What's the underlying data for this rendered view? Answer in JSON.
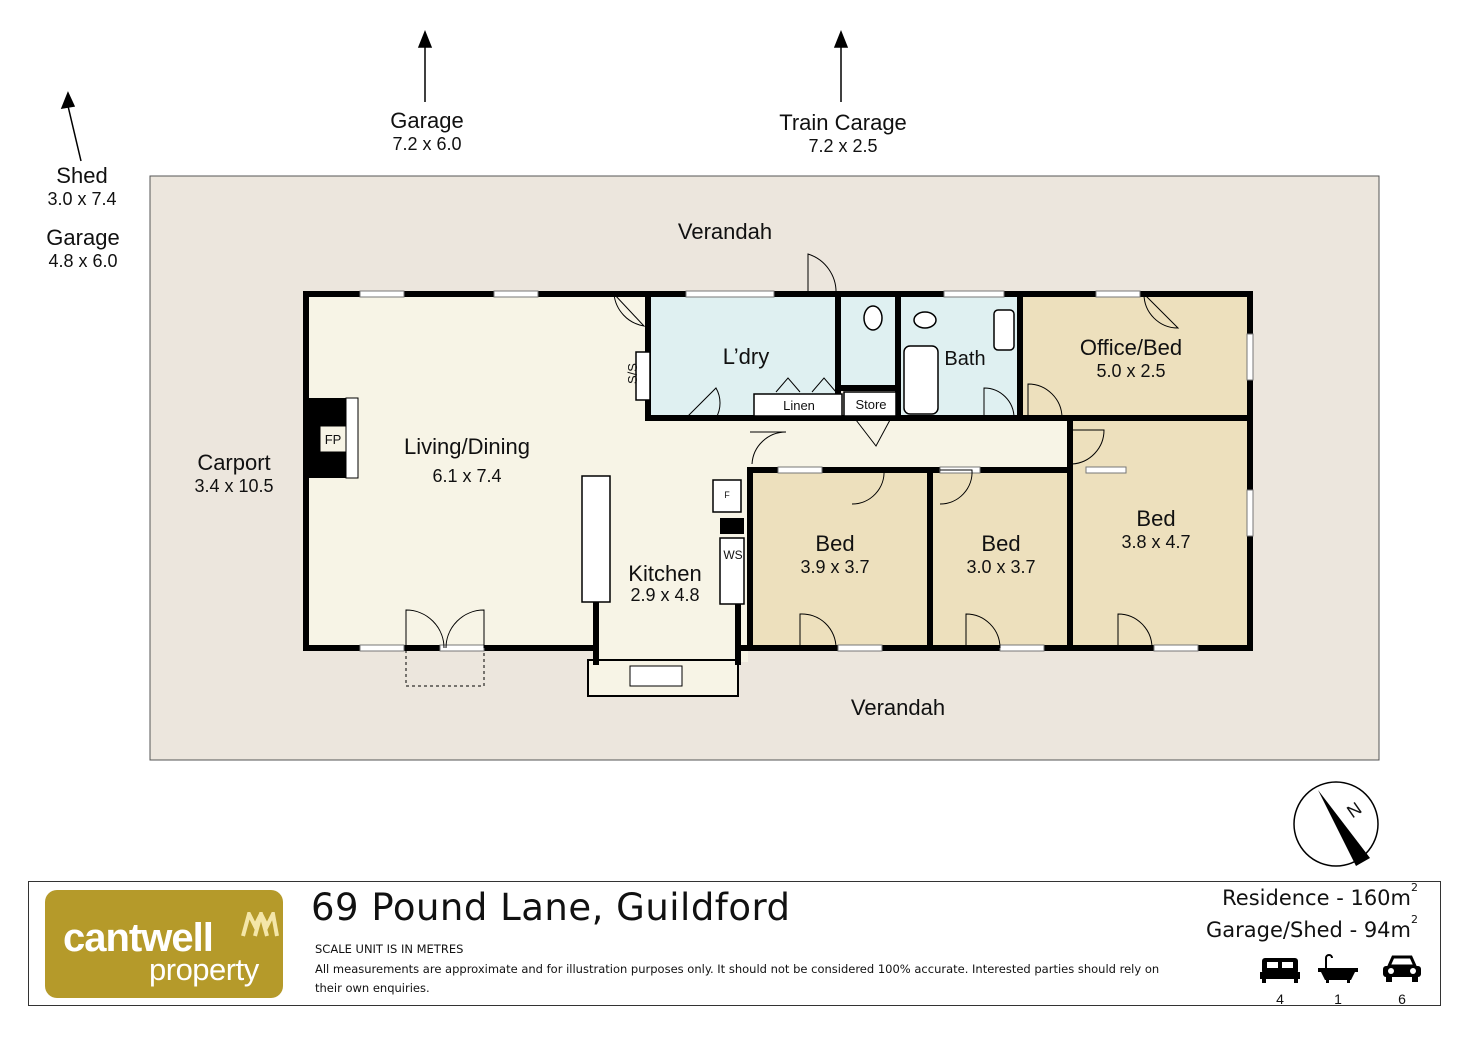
{
  "external": {
    "shed": {
      "name": "Shed",
      "dim": "3.0 x 7.4"
    },
    "garage_left": {
      "name": "Garage",
      "dim": "4.8 x 6.0"
    },
    "garage_top": {
      "name": "Garage",
      "dim": "7.2 x 6.0"
    },
    "train_carage": {
      "name": "Train Carage",
      "dim": "7.2 x 2.5"
    }
  },
  "verandah_top": "Verandah",
  "verandah_bottom": "Verandah",
  "carport": {
    "name": "Carport",
    "dim": "3.4 x 10.5"
  },
  "rooms": {
    "living": {
      "name": "Living/Dining",
      "dim": "6.1 x 7.4"
    },
    "kitchen": {
      "name": "Kitchen",
      "dim": "2.9 x 4.8"
    },
    "laundry": {
      "name": "L’dry"
    },
    "bath": {
      "name": "Bath"
    },
    "office": {
      "name": "Office/Bed",
      "dim": "5.0 x 2.5"
    },
    "bed1": {
      "name": "Bed",
      "dim": "3.9 x 3.7"
    },
    "bed2": {
      "name": "Bed",
      "dim": "3.0 x 3.7"
    },
    "bed3": {
      "name": "Bed",
      "dim": "3.8 x 4.7"
    },
    "linen": "Linen",
    "store": "Store",
    "ss": "S/S",
    "fp": "FP",
    "ws": "WS",
    "fridge": "F"
  },
  "compass": "N",
  "footer": {
    "logo_top": "cantwell",
    "logo_bottom": "property",
    "address": "69 Pound Lane, Guildford",
    "scale_note": "SCALE UNIT IS IN METRES",
    "disclaimer": "All measurements are approximate and for illustration purposes only. It should not be considered 100% accurate. Interested parties should rely on their own enquiries.",
    "residence_label": "Residence - 160m",
    "garage_label": "Garage/Shed - 94m",
    "area_sup": "2",
    "beds": "4",
    "baths": "1",
    "cars": "6"
  },
  "colors": {
    "verandah": "#ece6dd",
    "living": "#f7f4e6",
    "wet": "#dff0f1",
    "bedroom": "#ede0bd",
    "wall": "#000000",
    "brand": "#b59a2a"
  }
}
